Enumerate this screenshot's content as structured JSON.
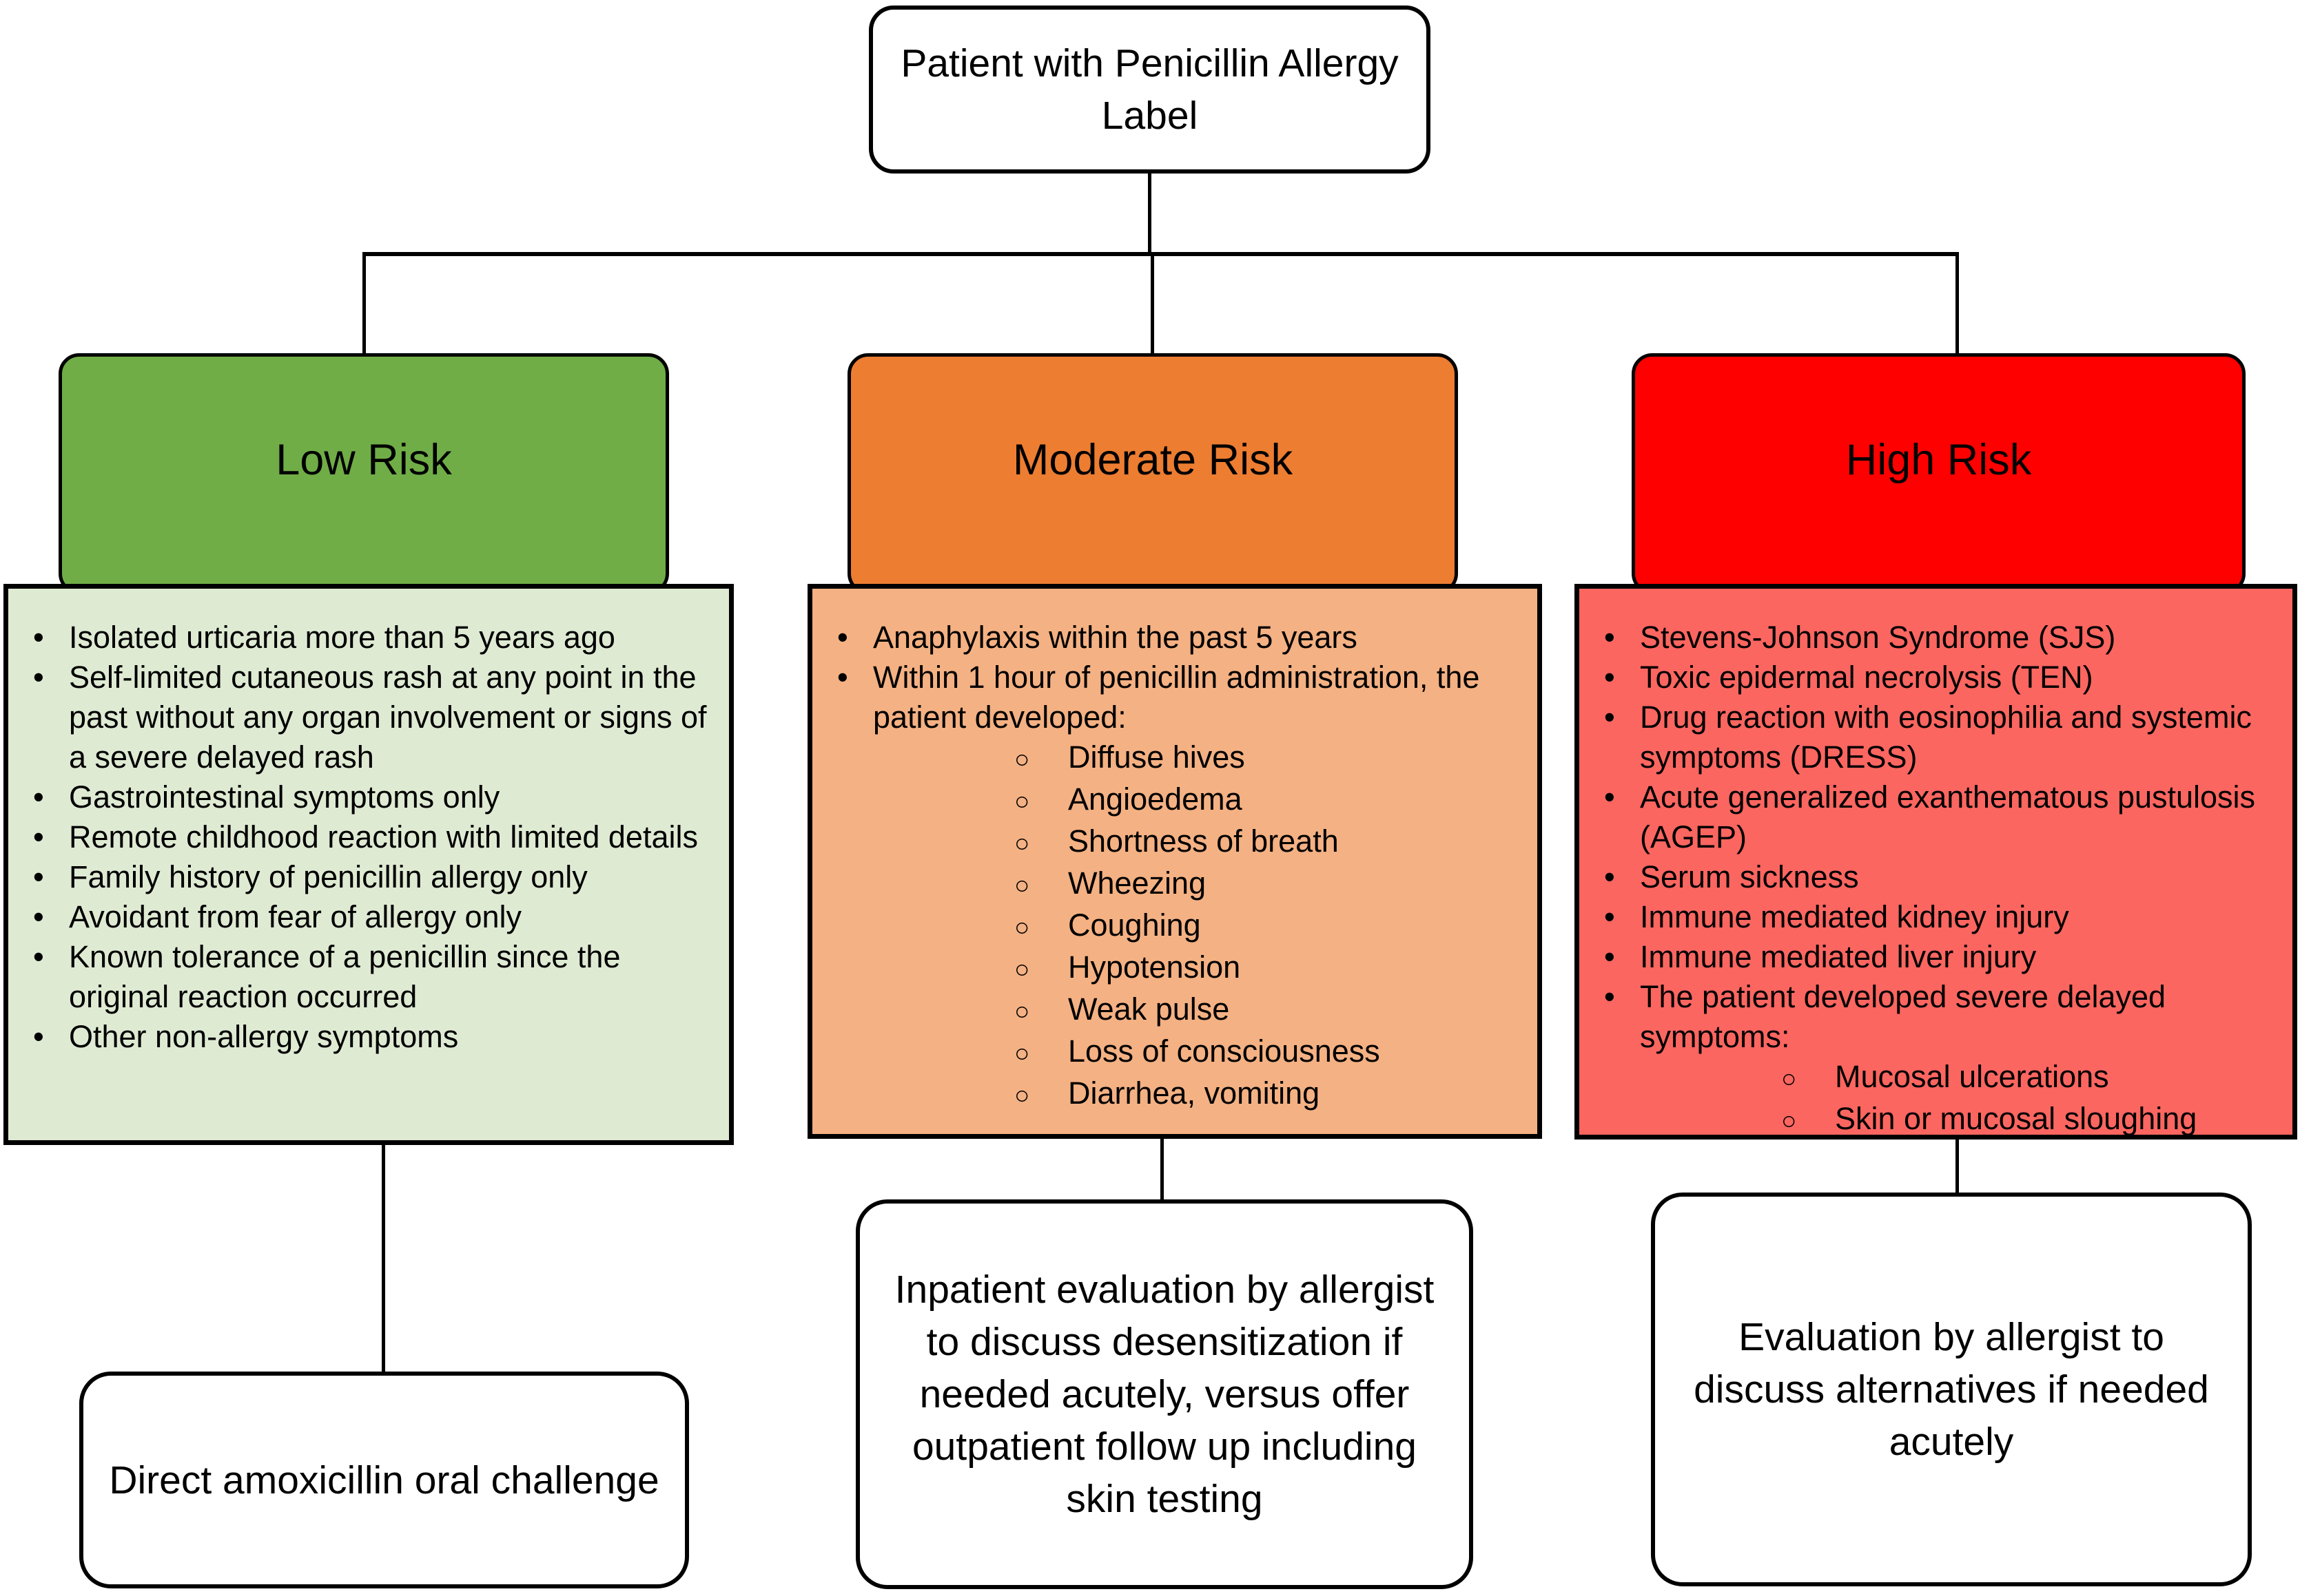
{
  "root": {
    "label": "Patient with Penicillin Allergy Label"
  },
  "columns": [
    {
      "id": "low",
      "header": {
        "label": "Low Risk",
        "color": "#70AD47"
      },
      "body_color": "#DFEAD3",
      "criteria": [
        {
          "text": "Isolated urticaria more than 5 years ago"
        },
        {
          "text": "Self-limited cutaneous rash at any point in the past without any organ involvement or signs of a severe delayed rash"
        },
        {
          "text": "Gastrointestinal symptoms only"
        },
        {
          "text": "Remote childhood reaction with limited details"
        },
        {
          "text": "Family history of penicillin allergy only"
        },
        {
          "text": "Avoidant from fear of allergy only"
        },
        {
          "text": "Known tolerance of a penicillin since the original reaction occurred"
        },
        {
          "text": "Other non-allergy symptoms"
        }
      ],
      "outcome": {
        "label": "Direct amoxicillin oral challenge"
      }
    },
    {
      "id": "moderate",
      "header": {
        "label": "Moderate Risk",
        "color": "#ED7D31"
      },
      "body_color": "#F4B183",
      "criteria": [
        {
          "text": "Anaphylaxis within the past 5 years"
        },
        {
          "text": "Within 1 hour of penicillin administration, the patient developed:",
          "sub": [
            "Diffuse hives",
            "Angioedema",
            "Shortness of breath",
            "Wheezing",
            "Coughing",
            "Hypotension",
            "Weak pulse",
            "Loss of consciousness",
            "Diarrhea, vomiting"
          ]
        }
      ],
      "outcome": {
        "label": "Inpatient evaluation by allergist to discuss desensitization if needed acutely, versus offer outpatient follow up including skin testing"
      }
    },
    {
      "id": "high",
      "header": {
        "label": "High Risk",
        "color": "#FF0000"
      },
      "body_color": "#FC6660",
      "criteria": [
        {
          "text": "Stevens-Johnson Syndrome (SJS)"
        },
        {
          "text": "Toxic epidermal necrolysis (TEN)"
        },
        {
          "text": "Drug reaction with eosinophilia and systemic symptoms (DRESS)"
        },
        {
          "text": "Acute generalized exanthematous pustulosis (AGEP)"
        },
        {
          "text": "Serum sickness"
        },
        {
          "text": "Immune mediated kidney injury"
        },
        {
          "text": "Immune mediated liver injury"
        },
        {
          "text": "The patient developed severe delayed symptoms:",
          "sub": [
            "Mucosal ulcerations",
            "Skin or mucosal sloughing"
          ]
        }
      ],
      "outcome": {
        "label": "Evaluation by allergist to discuss alternatives if needed acutely"
      }
    }
  ]
}
